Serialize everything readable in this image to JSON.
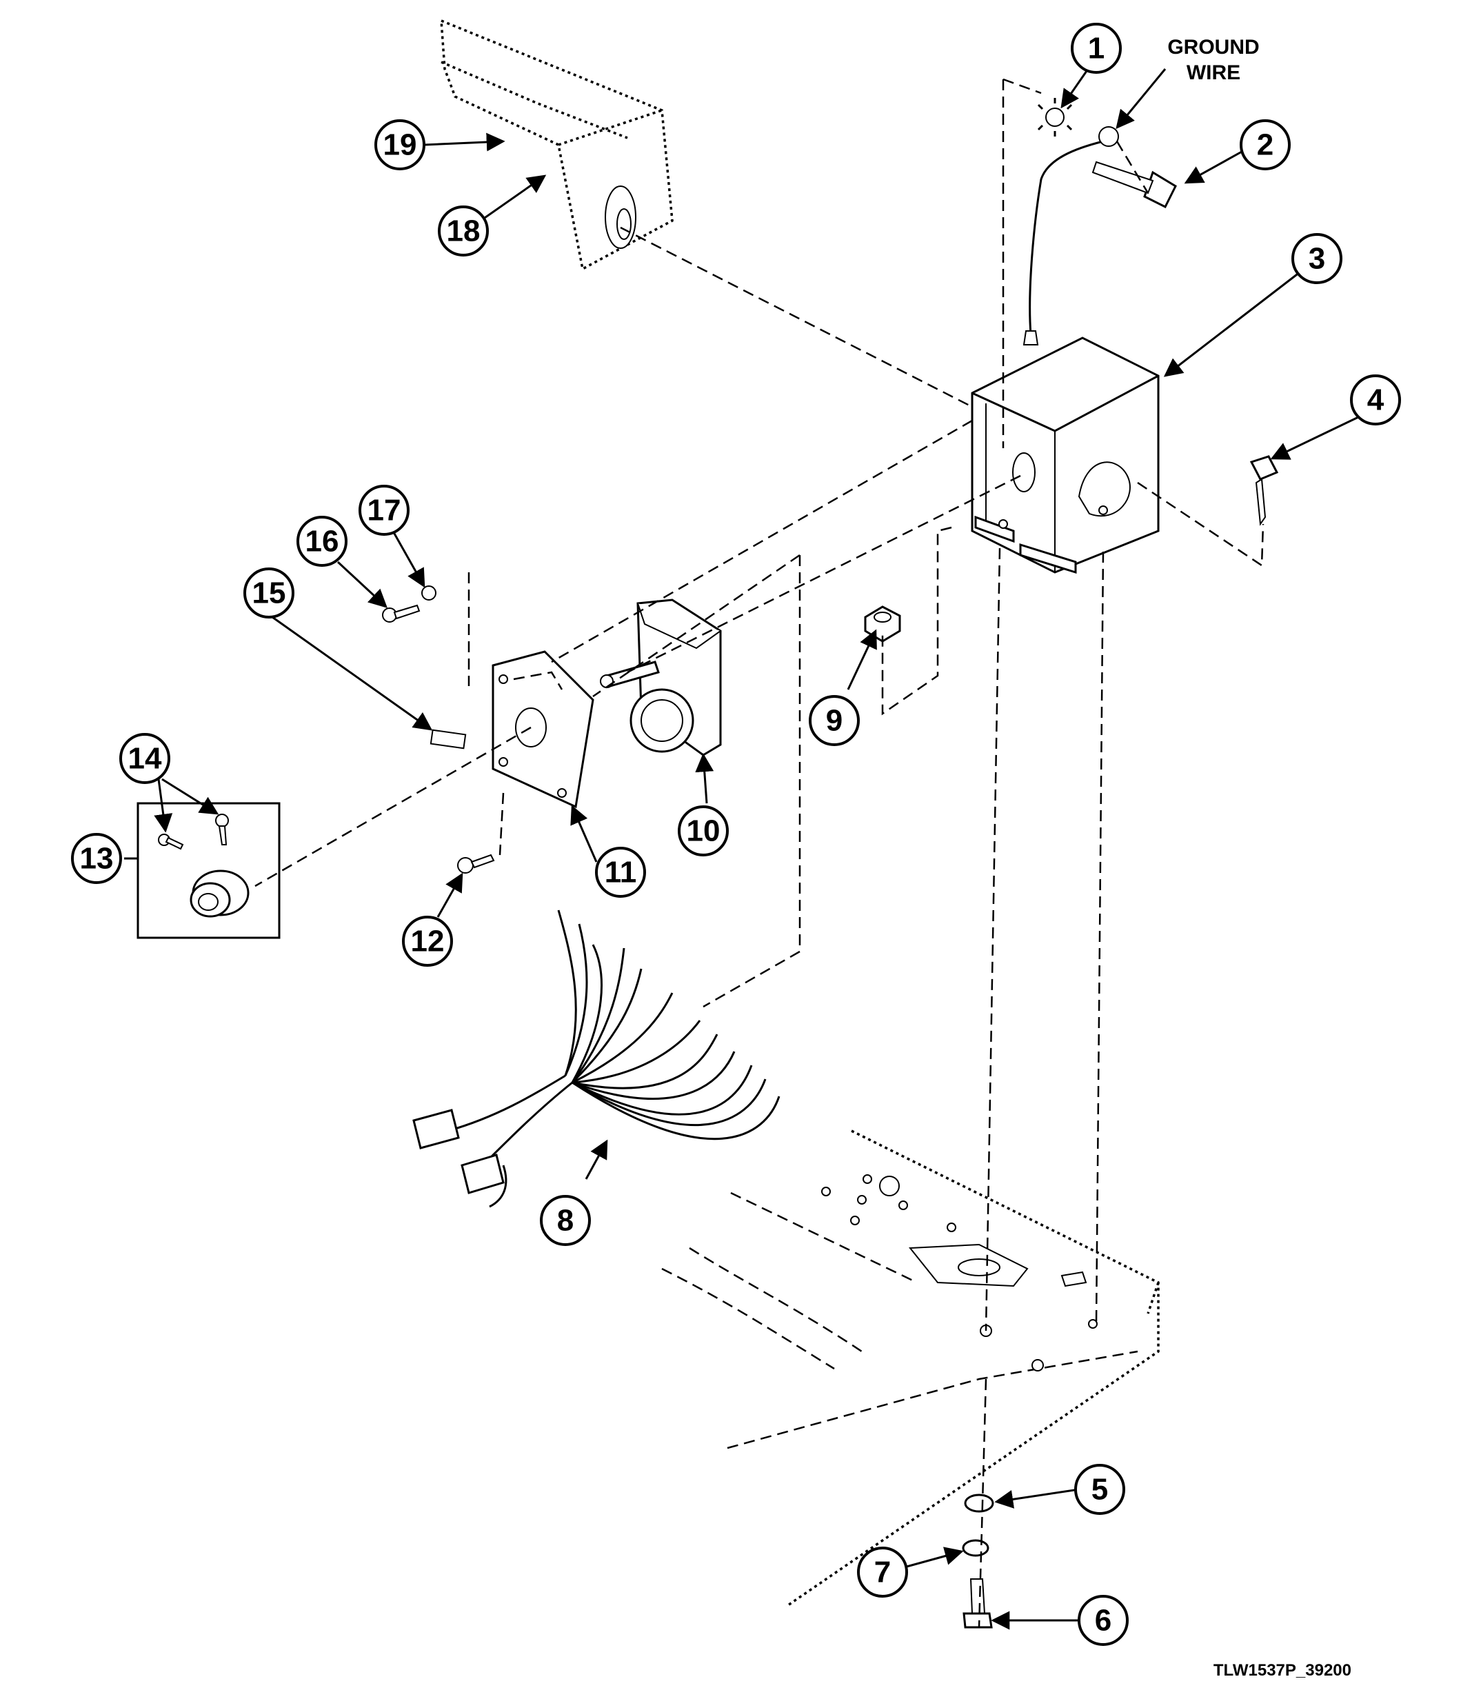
{
  "callouts": {
    "c1": "1",
    "c2": "2",
    "c3": "3",
    "c4": "4",
    "c5": "5",
    "c6": "6",
    "c7": "7",
    "c8": "8",
    "c9": "9",
    "c10": "10",
    "c11": "11",
    "c12": "12",
    "c13": "13",
    "c14": "14",
    "c15": "15",
    "c16": "16",
    "c17": "17",
    "c18": "18",
    "c19": "19"
  },
  "ground_wire_label": {
    "line1": "GROUND",
    "line2": "WIRE"
  },
  "drawing_number": "TLW1537P_39200"
}
